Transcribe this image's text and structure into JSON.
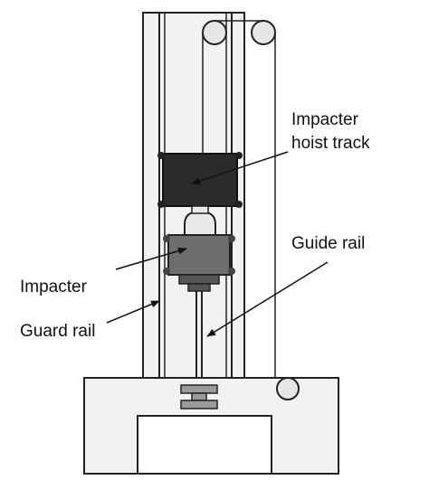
{
  "labels": {
    "hoist_line1": "Impacter",
    "hoist_line2": "hoist track",
    "guide_rail": "Guide rail",
    "impacter": "Impacter",
    "guard_rail": "Guard rail"
  },
  "colors": {
    "background": "#ffffff",
    "outline": "#222222",
    "hoist_fill": "#2b2b2b",
    "impacter_fill": "#6e6e6e",
    "frame_fill": "#f2f2f2",
    "text": "#111111"
  }
}
